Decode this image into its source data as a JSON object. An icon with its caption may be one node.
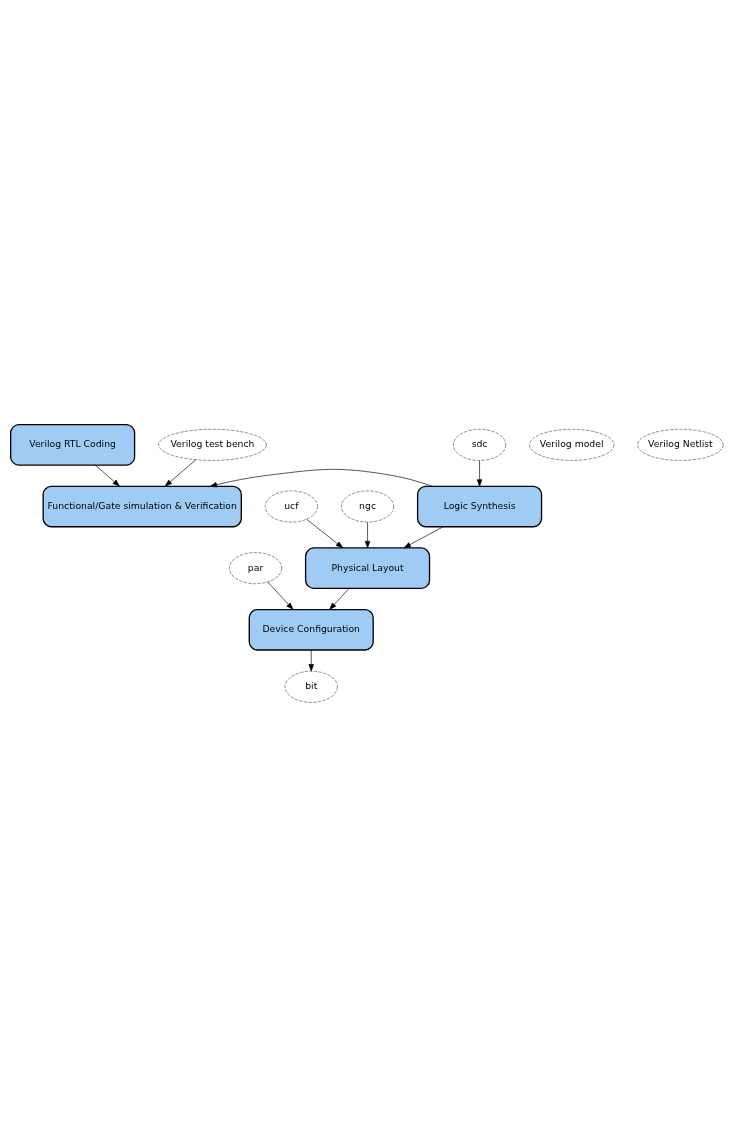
{
  "diagram": {
    "nodes": [
      {
        "text": [
          "Verilog RTL Coding"
        ]
      },
      {
        "text": [
          "Verilog model"
        ]
      },
      {
        "text": [
          "Verilog test bench"
        ]
      },
      {
        "text": [
          "Functional/Gate simulation & Verification"
        ]
      },
      {
        "text": [
          "Verilog Netlist"
        ]
      },
      {
        "text": [
          "sdc"
        ]
      },
      {
        "text": [
          "Logic Synthesis"
        ]
      },
      {
        "text": [
          "ucf"
        ]
      },
      {
        "text": [
          "ngc"
        ]
      },
      {
        "text": [
          "Physical Layout"
        ]
      },
      {
        "text": [
          "par"
        ]
      },
      {
        "text": [
          "Device Configuration"
        ]
      },
      {
        "text": [
          "bit"
        ]
      }
    ],
    "edges": [
      {
        "from": 0,
        "to": 3,
        "arrow": "to"
      },
      {
        "from": 2,
        "to": 3,
        "arrow": "to"
      },
      {
        "from": 6,
        "to": 3,
        "arrow": "to"
      },
      {
        "from": 5,
        "to": 6,
        "arrow": "to"
      },
      {
        "from": 6,
        "to": 9,
        "arrow": "to"
      },
      {
        "from": 7,
        "to": 9,
        "arrow": "to"
      },
      {
        "from": 8,
        "to": 9,
        "arrow": "to"
      },
      {
        "from": 9,
        "to": 11,
        "arrow": "to"
      },
      {
        "from": 10,
        "to": 11,
        "arrow": "to"
      },
      {
        "from": 11,
        "to": 12,
        "arrow": "to"
      }
    ]
  }
}
